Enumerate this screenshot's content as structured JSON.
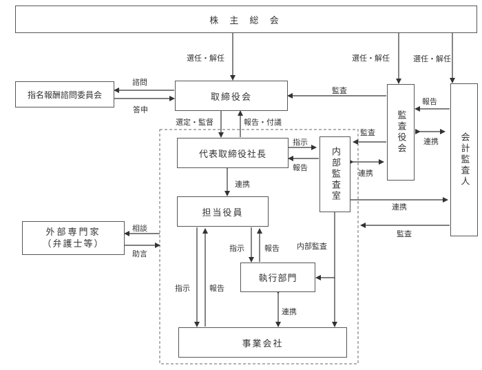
{
  "nodes": {
    "shareholders": "株 主 総 会",
    "nomination": "指名報酬諮問委員会",
    "board": "取締役会",
    "auditors": "監査役会",
    "accounting_auditor": "会計監査人",
    "ceo": "代表取締役社長",
    "internal_audit": "内部監査室",
    "officer": "担当役員",
    "external_experts_1": "外部専門家",
    "external_experts_2": "（弁護士等）",
    "exec_dept": "執行部門",
    "group_companies": "事業会社"
  },
  "edges": {
    "elect_dismiss": "選任・解任",
    "consult": "諮問",
    "report_back": "答申",
    "audit": "監査",
    "report": "報告",
    "cooperate": "連携",
    "appoint_supervise": "選定・監督",
    "report_proposal": "報告・付議",
    "instruct": "指示",
    "internal_audit": "内部監査",
    "seek_advice": "相談",
    "advice": "助言"
  }
}
